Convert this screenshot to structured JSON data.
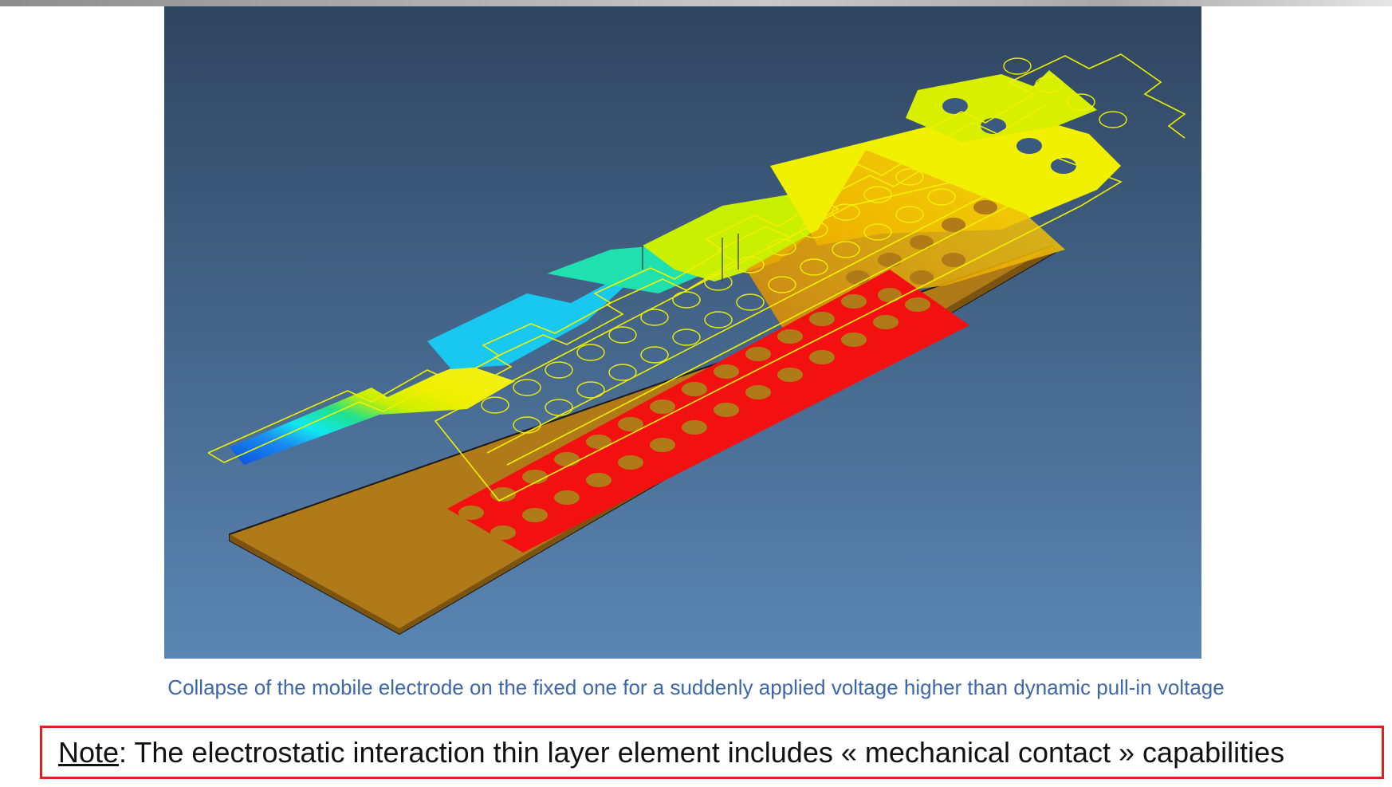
{
  "figure": {
    "description_alt": "",
    "colors": {
      "background_top": "#2f4560",
      "background_bottom": "#5a86b4",
      "fixed_electrode": "#b07a18",
      "contact_zone": "#f21010",
      "outline": "#f0f000"
    }
  },
  "caption": "Collapse of the mobile electrode on the fixed one for a suddenly applied voltage higher than dynamic pull-in voltage",
  "note": {
    "label": "Note",
    "text": ": The electrostatic interaction thin layer element includes « mechanical contact » capabilities",
    "border_color": "#e02020"
  }
}
